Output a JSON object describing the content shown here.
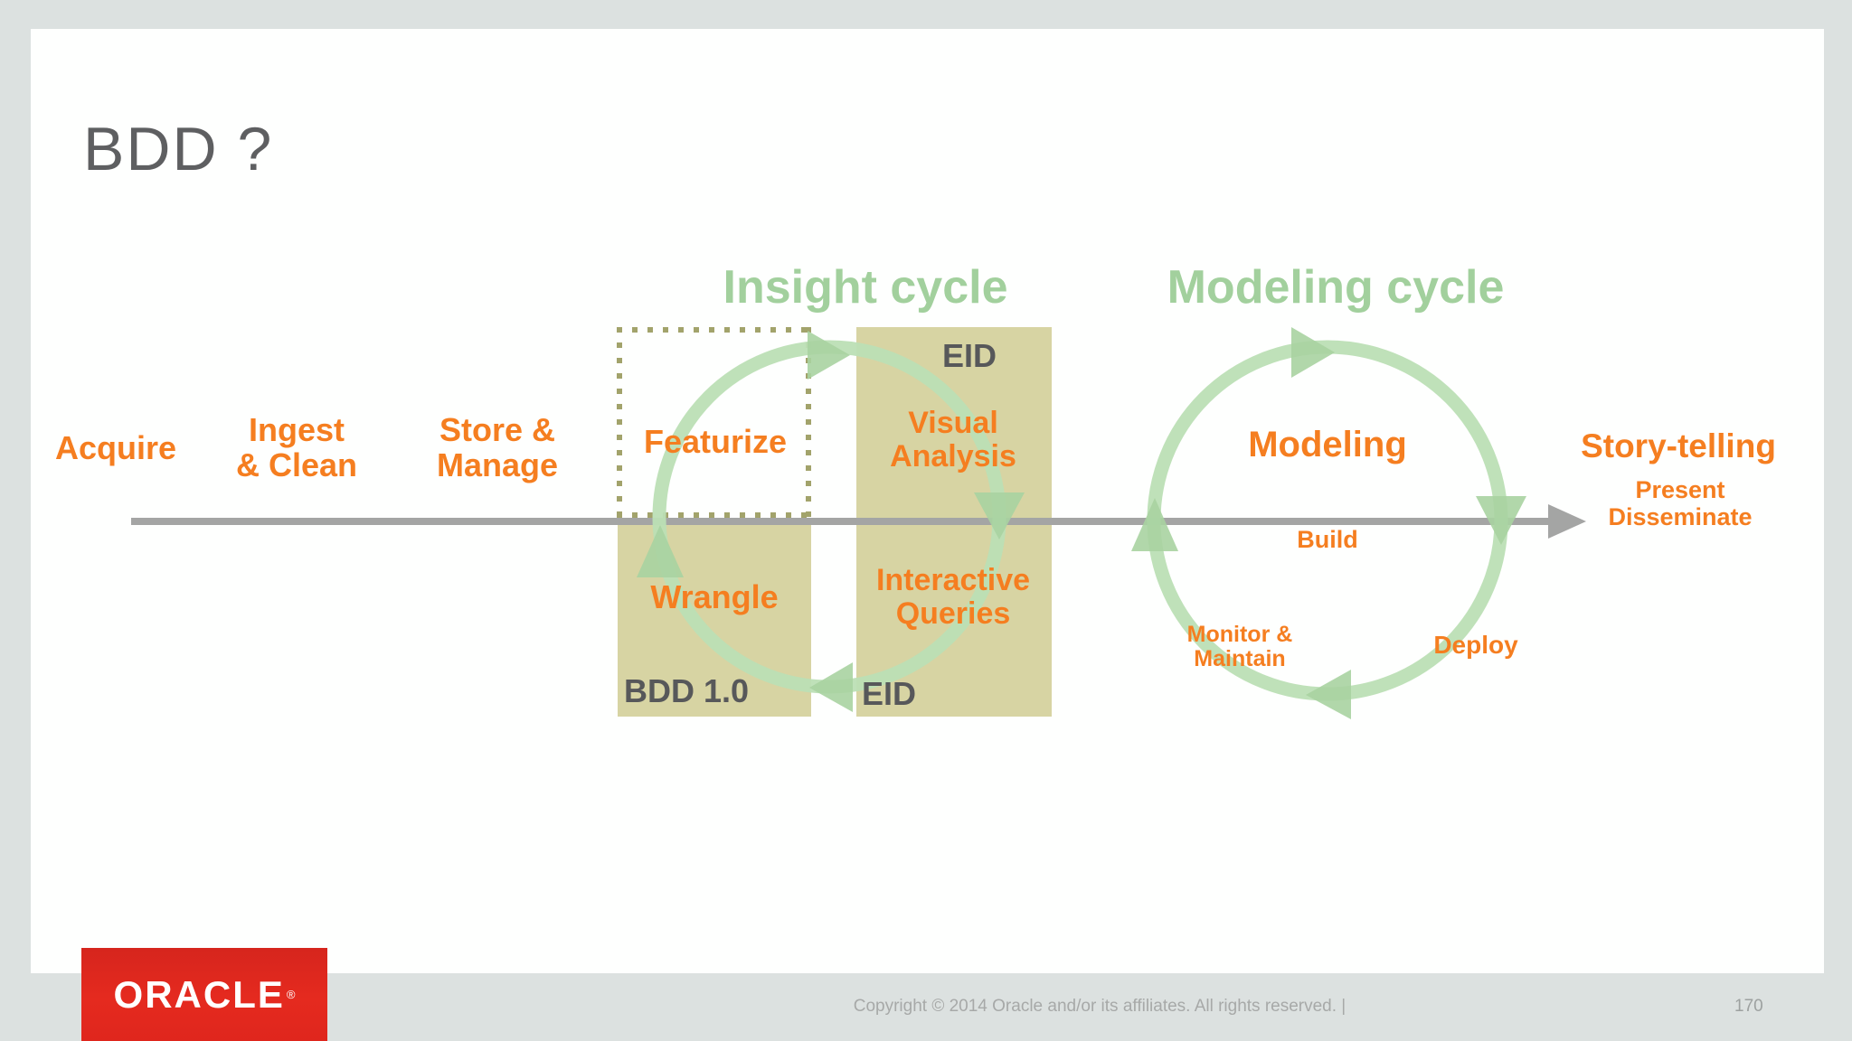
{
  "slide": {
    "title": "BDD ?",
    "headings": {
      "insight": "Insight cycle",
      "modeling": "Modeling cycle"
    },
    "pipeline": {
      "acquire": "Acquire",
      "ingest_line1": "Ingest",
      "ingest_line2": "& Clean",
      "store_line1": "Store &",
      "store_line2": "Manage",
      "featurize": "Featurize",
      "wrangle": "Wrangle",
      "bdd10": "BDD 1.0",
      "eid_top": "EID",
      "visual_line1": "Visual",
      "visual_line2": "Analysis",
      "interactive_line1": "Interactive",
      "interactive_line2": "Queries",
      "eid_bottom": "EID",
      "modeling": "Modeling",
      "build": "Build",
      "monitor_line1": "Monitor &",
      "monitor_line2": "Maintain",
      "deploy": "Deploy",
      "story_telling": "Story-telling",
      "present_line1": "Present",
      "present_line2": "Disseminate"
    },
    "colors": {
      "accent_orange": "#f57e20",
      "cycle_green_stroke": "#bcdfb5",
      "cycle_green_arrow": "#a8d3a1",
      "heading_green": "#a2d09d",
      "tan_box": "#d7d4a3",
      "dotted_border_olive": "#a2a36b",
      "dark_gray_text": "#57585a",
      "title_gray": "#5e5f61",
      "timeline_gray": "#a4a5a4",
      "background_gray": "#dce1e0",
      "oracle_red": "#e0261d"
    }
  },
  "footer": {
    "logo_text": "ORACLE",
    "logo_reg": "®",
    "copyright": "Copyright © 2014 Oracle and/or its affiliates. All rights reserved.  |",
    "page_number": "170"
  }
}
